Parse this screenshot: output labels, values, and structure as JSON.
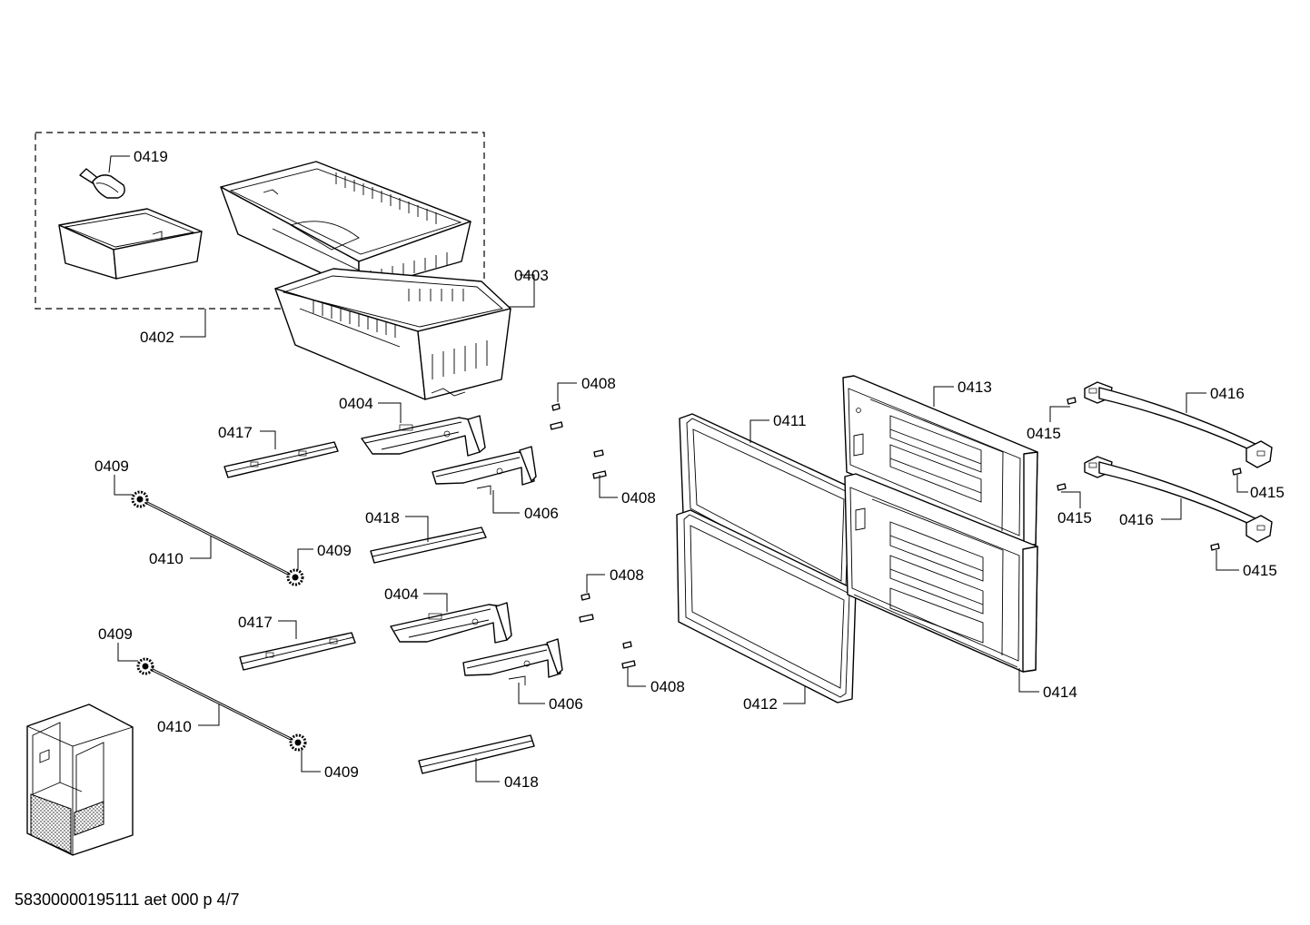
{
  "callouts": {
    "c0419": "0419",
    "c0402": "0402",
    "c0403": "0403",
    "c0404a": "0404",
    "c0404b": "0404",
    "c0417a": "0417",
    "c0417b": "0417",
    "c0409a": "0409",
    "c0409b": "0409",
    "c0409c": "0409",
    "c0409d": "0409",
    "c0410a": "0410",
    "c0410b": "0410",
    "c0418a": "0418",
    "c0418b": "0418",
    "c0406a": "0406",
    "c0406b": "0406",
    "c0408a": "0408",
    "c0408b": "0408",
    "c0408c": "0408",
    "c0408d": "0408",
    "c0411": "0411",
    "c0412": "0412",
    "c0413": "0413",
    "c0414": "0414",
    "c0415a": "0415",
    "c0415b": "0415",
    "c0415c": "0415",
    "c0415d": "0415",
    "c0416a": "0416",
    "c0416b": "0416"
  },
  "footer": {
    "drawing_reference": "58300000195111 aet 000 p 4/7"
  }
}
